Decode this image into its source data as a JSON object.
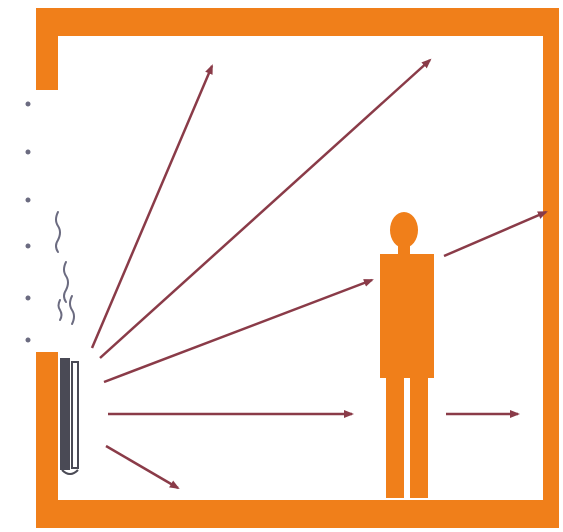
{
  "colors": {
    "wall": "#f07f1a",
    "person": "#f07f1a",
    "arrow": "#8a3b48",
    "heater_body": "#4a4a55",
    "background": "#ffffff",
    "draft_marks": "#6b6b80"
  },
  "elements": {
    "room": "room-walls",
    "window_gap": "window-opening",
    "heater": "radiator-heater",
    "person": "person-figure",
    "rays": "heat-radiation-arrows",
    "drafts": "air-draft-marks"
  }
}
